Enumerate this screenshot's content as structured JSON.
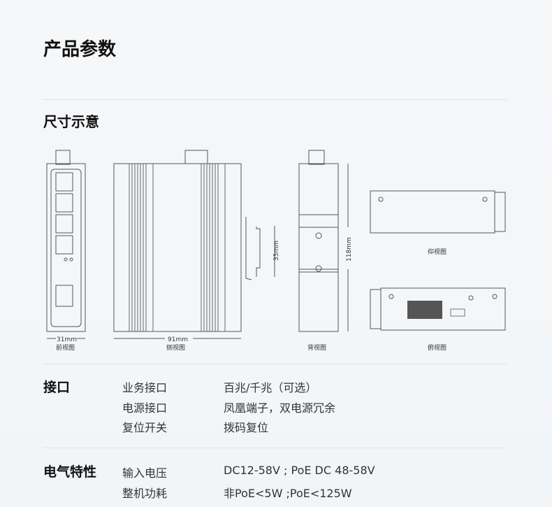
{
  "title": "产品参数",
  "dimensions": {
    "heading": "尺寸示意",
    "front": {
      "dim": "31mm",
      "caption": "前视图"
    },
    "side": {
      "dim": "91mm",
      "caption": "侧视图",
      "rail": "35mm"
    },
    "back": {
      "dim": "118mm",
      "caption": "背视图"
    },
    "bottom": {
      "caption": "仰视图"
    },
    "top": {
      "caption": "俯视图"
    }
  },
  "sections": [
    {
      "heading": "接口",
      "rows": [
        {
          "label": "业务接口",
          "value": "百兆/千兆（可选）"
        },
        {
          "label": "电源接口",
          "value": "凤凰端子，双电源冗余"
        },
        {
          "label": "复位开关",
          "value": "拨码复位"
        }
      ]
    },
    {
      "heading": "电气特性",
      "rows": [
        {
          "label": "输入电压",
          "value": "DC12-58V ; PoE DC 48-58V"
        },
        {
          "label": "整机功耗",
          "value": "非PoE<5W ;PoE<125W"
        }
      ]
    }
  ]
}
